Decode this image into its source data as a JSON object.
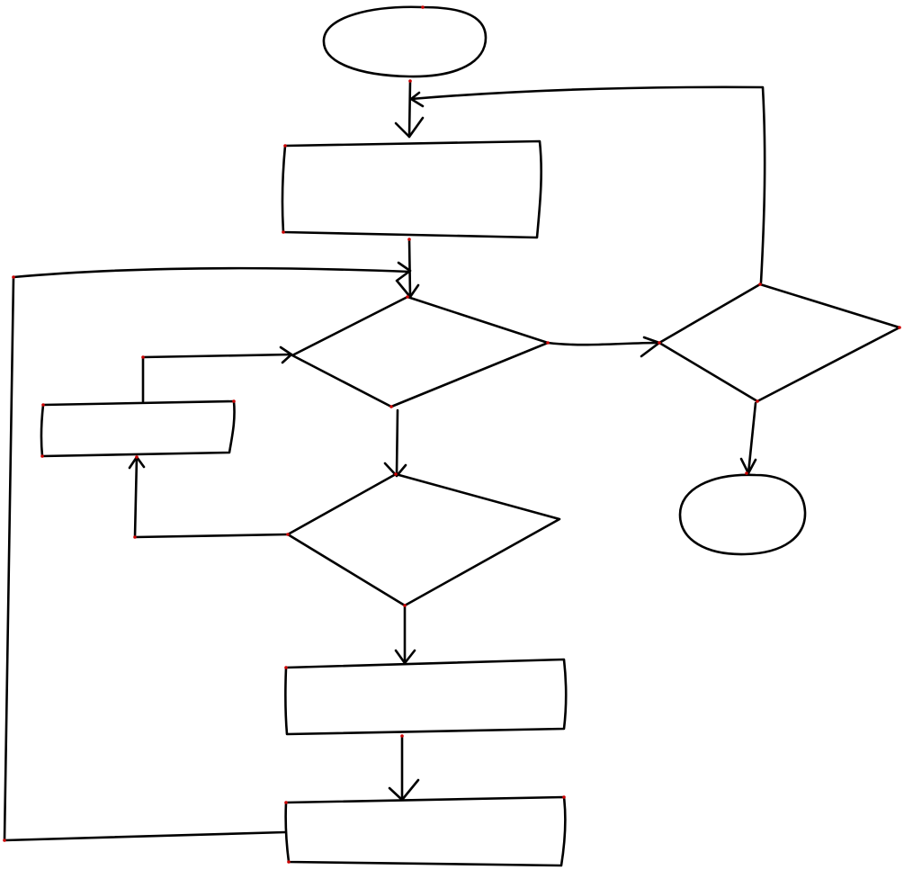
{
  "diagram": {
    "kind": "hand-drawn flowchart",
    "nodes": [
      {
        "id": "start",
        "shape": "ellipse",
        "label": ""
      },
      {
        "id": "process-1",
        "shape": "rectangle",
        "label": ""
      },
      {
        "id": "decision-1",
        "shape": "diamond",
        "label": ""
      },
      {
        "id": "side-process",
        "shape": "rectangle",
        "label": ""
      },
      {
        "id": "decision-2",
        "shape": "diamond",
        "label": ""
      },
      {
        "id": "process-2",
        "shape": "rectangle",
        "label": ""
      },
      {
        "id": "process-3",
        "shape": "rectangle",
        "label": ""
      },
      {
        "id": "decision-3",
        "shape": "diamond",
        "label": ""
      },
      {
        "id": "end",
        "shape": "ellipse",
        "label": ""
      }
    ],
    "edges": [
      {
        "from": "start",
        "to": "process-1"
      },
      {
        "from": "process-1",
        "to": "decision-1"
      },
      {
        "from": "decision-1",
        "to": "decision-2"
      },
      {
        "from": "decision-2",
        "to": "side-process"
      },
      {
        "from": "side-process",
        "to": "decision-1"
      },
      {
        "from": "decision-2",
        "to": "process-2"
      },
      {
        "from": "process-2",
        "to": "process-3"
      },
      {
        "from": "process-3",
        "to": "decision-1"
      },
      {
        "from": "decision-1",
        "to": "decision-3"
      },
      {
        "from": "decision-3",
        "to": "process-1"
      },
      {
        "from": "decision-3",
        "to": "end"
      }
    ],
    "colors": {
      "stroke": "#000000",
      "vertex_marks": "#cc0000",
      "background": "#ffffff"
    }
  }
}
